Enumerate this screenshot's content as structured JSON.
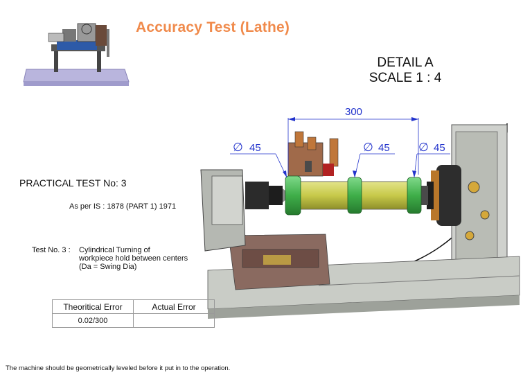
{
  "title": "Accuracy Test (Lathe)",
  "detail": {
    "line1": "DETAIL A",
    "line2": "SCALE 1 : 4"
  },
  "dimensions": {
    "length": "300",
    "dia1": "45",
    "dia2": "45",
    "dia3": "45",
    "dia_symbol": "∅"
  },
  "practical_test": "PRACTICAL TEST No: 3",
  "standard": "As per IS : 1878 (PART 1) 1971",
  "test": {
    "number": "Test No. 3  :",
    "line1": "Cylindrical Turning of",
    "line2": "workpiece hold  between centers",
    "line3": "(Da = Swing Dia)"
  },
  "table": {
    "headers": [
      "Theoritical Error",
      "Actual Error"
    ],
    "rows": [
      [
        "0.02/300",
        ""
      ]
    ]
  },
  "footer_note": "The machine should be geometrically leveled before it put in to the operation.",
  "colors": {
    "title": "#f08a4b",
    "dimension": "#2233cc",
    "workpiece": "#c7c94a",
    "collar": "#3fae49"
  }
}
